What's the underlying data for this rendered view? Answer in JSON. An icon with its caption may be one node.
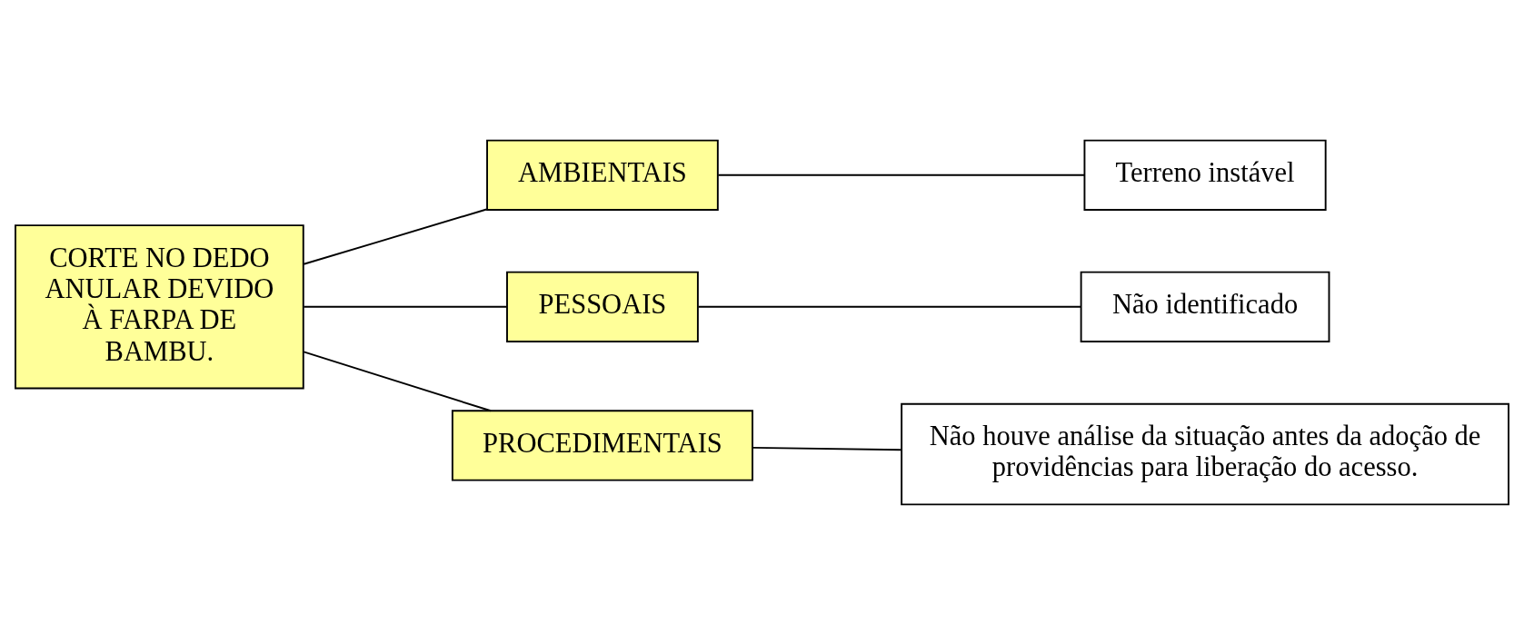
{
  "diagram": {
    "nodes": [
      {
        "text": [
          "CORTE NO DEDO ANULAR DEVIDO À FARPA DE BAMBU."
        ]
      },
      {
        "text": [
          "AMBIENTAIS"
        ]
      },
      {
        "text": [
          "Terreno instável"
        ]
      },
      {
        "text": [
          "PESSOAIS"
        ]
      },
      {
        "text": [
          "Não identificado"
        ]
      },
      {
        "text": [
          "PROCEDIMENTAIS"
        ]
      },
      {
        "text": [
          "Não houve análise da situação antes da adoção de providências para liberação do acesso."
        ]
      }
    ],
    "edges": [
      {
        "from": 0,
        "to": 1,
        "arrow": "none"
      },
      {
        "from": 1,
        "to": 2,
        "arrow": "none"
      },
      {
        "from": 0,
        "to": 3,
        "arrow": "none"
      },
      {
        "from": 3,
        "to": 4,
        "arrow": "none"
      },
      {
        "from": 0,
        "to": 5,
        "arrow": "none"
      },
      {
        "from": 5,
        "to": 6,
        "arrow": "none"
      }
    ]
  }
}
